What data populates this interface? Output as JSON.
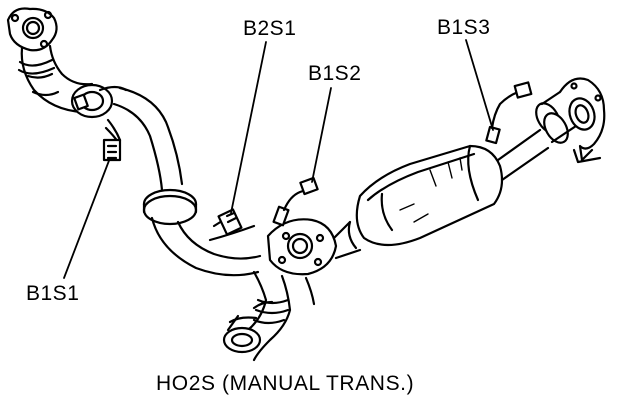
{
  "labels": {
    "b2s1": "B2S1",
    "b1s2": "B1S2",
    "b1s3": "B1S3",
    "b1s1": "B1S1"
  },
  "caption": "HO2S (MANUAL TRANS.)"
}
